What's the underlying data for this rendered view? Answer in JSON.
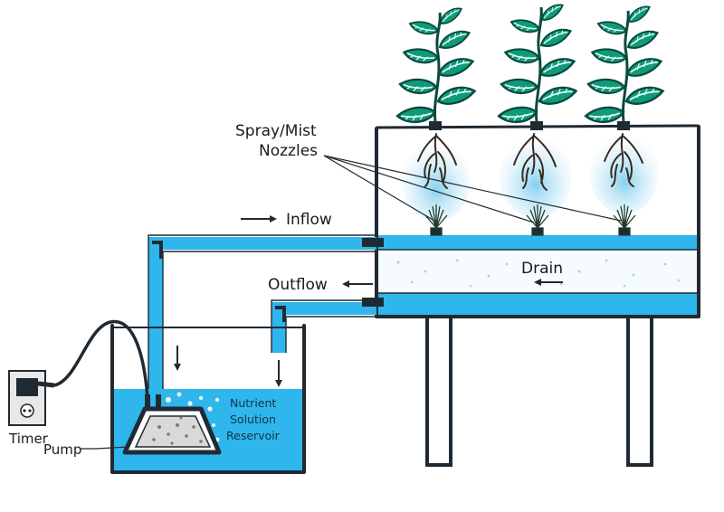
{
  "labels": {
    "nozzles_line1": "Spray/Mist",
    "nozzles_line2": "Nozzles",
    "inflow": "Inflow",
    "outflow": "Outflow",
    "drain": "Drain",
    "reservoir_line1": "Nutrient",
    "reservoir_line2": "Solution",
    "reservoir_line3": "Reservoir",
    "timer": "Timer",
    "pump": "Pump"
  },
  "colors": {
    "water": "#2fb6ec",
    "water_light": "#8fd7f4",
    "mist": "#a9dff2",
    "leaf": "#0f9a7a",
    "leaf_dark": "#0a4a3c",
    "outline": "#1f2a33",
    "root": "#3a2a1e",
    "outlet": "#e8e8e8"
  },
  "icons": [
    "arrow-right-icon",
    "arrow-left-icon",
    "arrow-down-icon",
    "power-outlet-icon"
  ]
}
